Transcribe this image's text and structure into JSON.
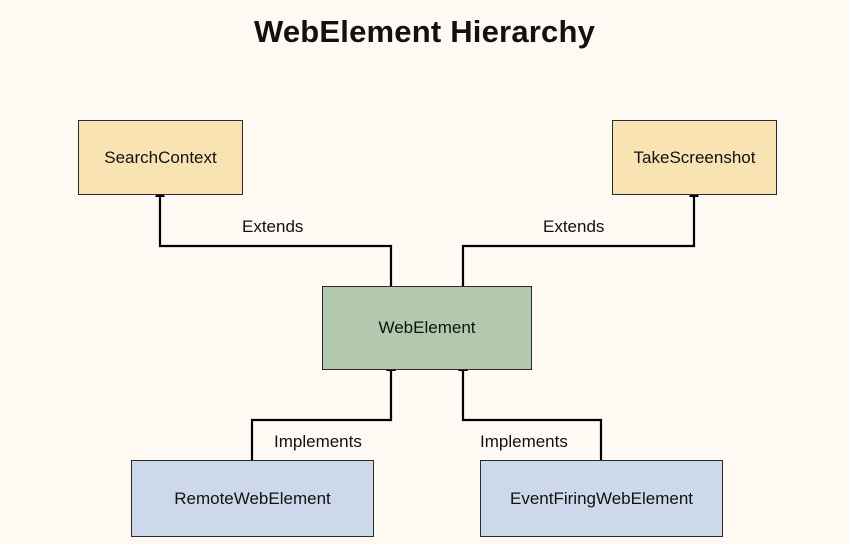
{
  "title": "WebElement Hierarchy",
  "nodes": {
    "search_context": "SearchContext",
    "take_screenshot": "TakeScreenshot",
    "web_element": "WebElement",
    "remote_web_element": "RemoteWebElement",
    "event_firing_web_element": "EventFiringWebElement"
  },
  "edges": {
    "extends_left": "Extends",
    "extends_right": "Extends",
    "implements_left": "Implements",
    "implements_right": "Implements"
  },
  "colors": {
    "background": "#fef9f2",
    "interface_fill": "#fae3b3",
    "core_fill": "#b3c9ae",
    "impl_fill": "#cdd9ea",
    "line": "#000000"
  }
}
